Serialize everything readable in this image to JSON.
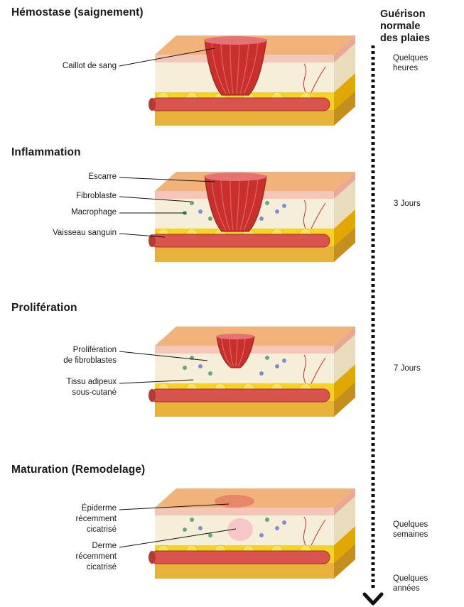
{
  "timeline": {
    "title": "Guérison\nnormale\ndes plaies",
    "times": [
      "Quelques\nheures",
      "3 Jours",
      "7 Jours",
      "Quelques\nsemaines",
      "Quelques\nannées"
    ]
  },
  "stages": [
    {
      "title": "Hémostase (saignement)",
      "labels": [
        "Caillot de sang"
      ]
    },
    {
      "title": "Inflammation",
      "labels": [
        "Escarre",
        "Fibroblaste",
        "Macrophage",
        "Vaisseau sanguin"
      ]
    },
    {
      "title": "Prolifération",
      "labels": [
        "Prolifération\nde fibroblastes",
        "Tissu adipeux\nsous-cutané"
      ]
    },
    {
      "title": "Maturation (Remodelage)",
      "labels": [
        "Épiderme\nrécemment\ncicatrisé",
        "Derme\nrécemment\ncicatrisé"
      ]
    }
  ],
  "colors": {
    "skin_top": "#f2b37a",
    "epidermis": "#f4c6b8",
    "dermis": "#f5efd9",
    "fat": "#f3d22a",
    "fat_side": "#e0a800",
    "vessel": "#d9534f",
    "wound": "#c9302c",
    "timeline": "#111111"
  }
}
